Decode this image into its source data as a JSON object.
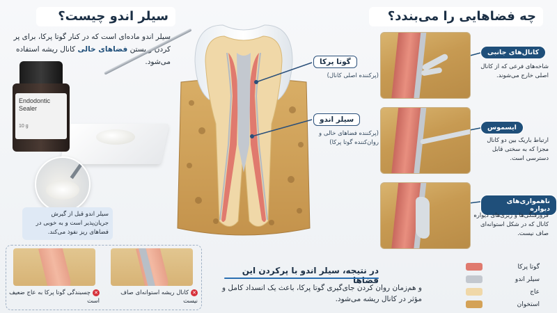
{
  "left": {
    "title": "سیلر اندو چیست؟",
    "intro_parts": [
      "سیلر اندو ماده‌ای است که در کنار گوتا پرکا، برای پر کردن و بستن",
      "فضاهای خالی",
      "کانال ریشه استفاده می‌شود."
    ],
    "bottle": {
      "line1": "Endodontic",
      "line2": "Sealer",
      "size": "10 g"
    },
    "flow_caption": "سیلر اندو قبل از گیرش جریان‌پذیر است و به خوبی در فضاهای ریز نفوذ می‌کند.",
    "compare": [
      {
        "caption": "کانال ریشه استوانه‌ای صاف نیست"
      },
      {
        "caption": "چسبندگی گوتا پرکا به عاج ضعیف است"
      }
    ],
    "x_symbol": "✕"
  },
  "center": {
    "gp_label": "گوتا پرکا",
    "gp_sub": "(پرکننده اصلی کانال)",
    "sealer_label": "سیلر اندو",
    "sealer_sub": "(پرکننده فضاهای خالی و روان‌کننده گوتا پرکا)"
  },
  "right": {
    "title": "چه فضاهایی را می‌بندد؟",
    "items": [
      {
        "label": "کانال‌های جانبی",
        "desc": "شاخه‌های فرعی که از کانال اصلی خارج می‌شوند."
      },
      {
        "label": "ایسموس",
        "desc": "ارتباط باریک بین دو کانال مجزا که به سختی قابل دسترسی است."
      },
      {
        "label": "ناهمواری‌های دیواره",
        "desc": "فرورفتگی‌ها و زبری‌های دیواره کانال که در شکل استوانه‌ای صاف نیست."
      }
    ]
  },
  "result": {
    "title": "در نتیجه، سیلر اندو با پرکردن این فضاها",
    "text": "و هم‌زمان روان کردن جای‌گیری گوتا پرکا، باعث یک انسداد کامل و مؤثر در کانال ریشه می‌شود."
  },
  "legend": [
    {
      "label": "گوتا پرکا",
      "color": "#e07a6e"
    },
    {
      "label": "سیلر اندو",
      "color": "#c3c8cf"
    },
    {
      "label": "عاج",
      "color": "#f0d8a8"
    },
    {
      "label": "استخوان",
      "color": "#d4a257"
    }
  ],
  "colors": {
    "accent": "#1f4f7a",
    "gutta_percha": "#e07a6e",
    "sealer": "#c3c8cf",
    "dentin": "#f0d8a8",
    "bone": "#d4a257",
    "error": "#d6303a"
  }
}
